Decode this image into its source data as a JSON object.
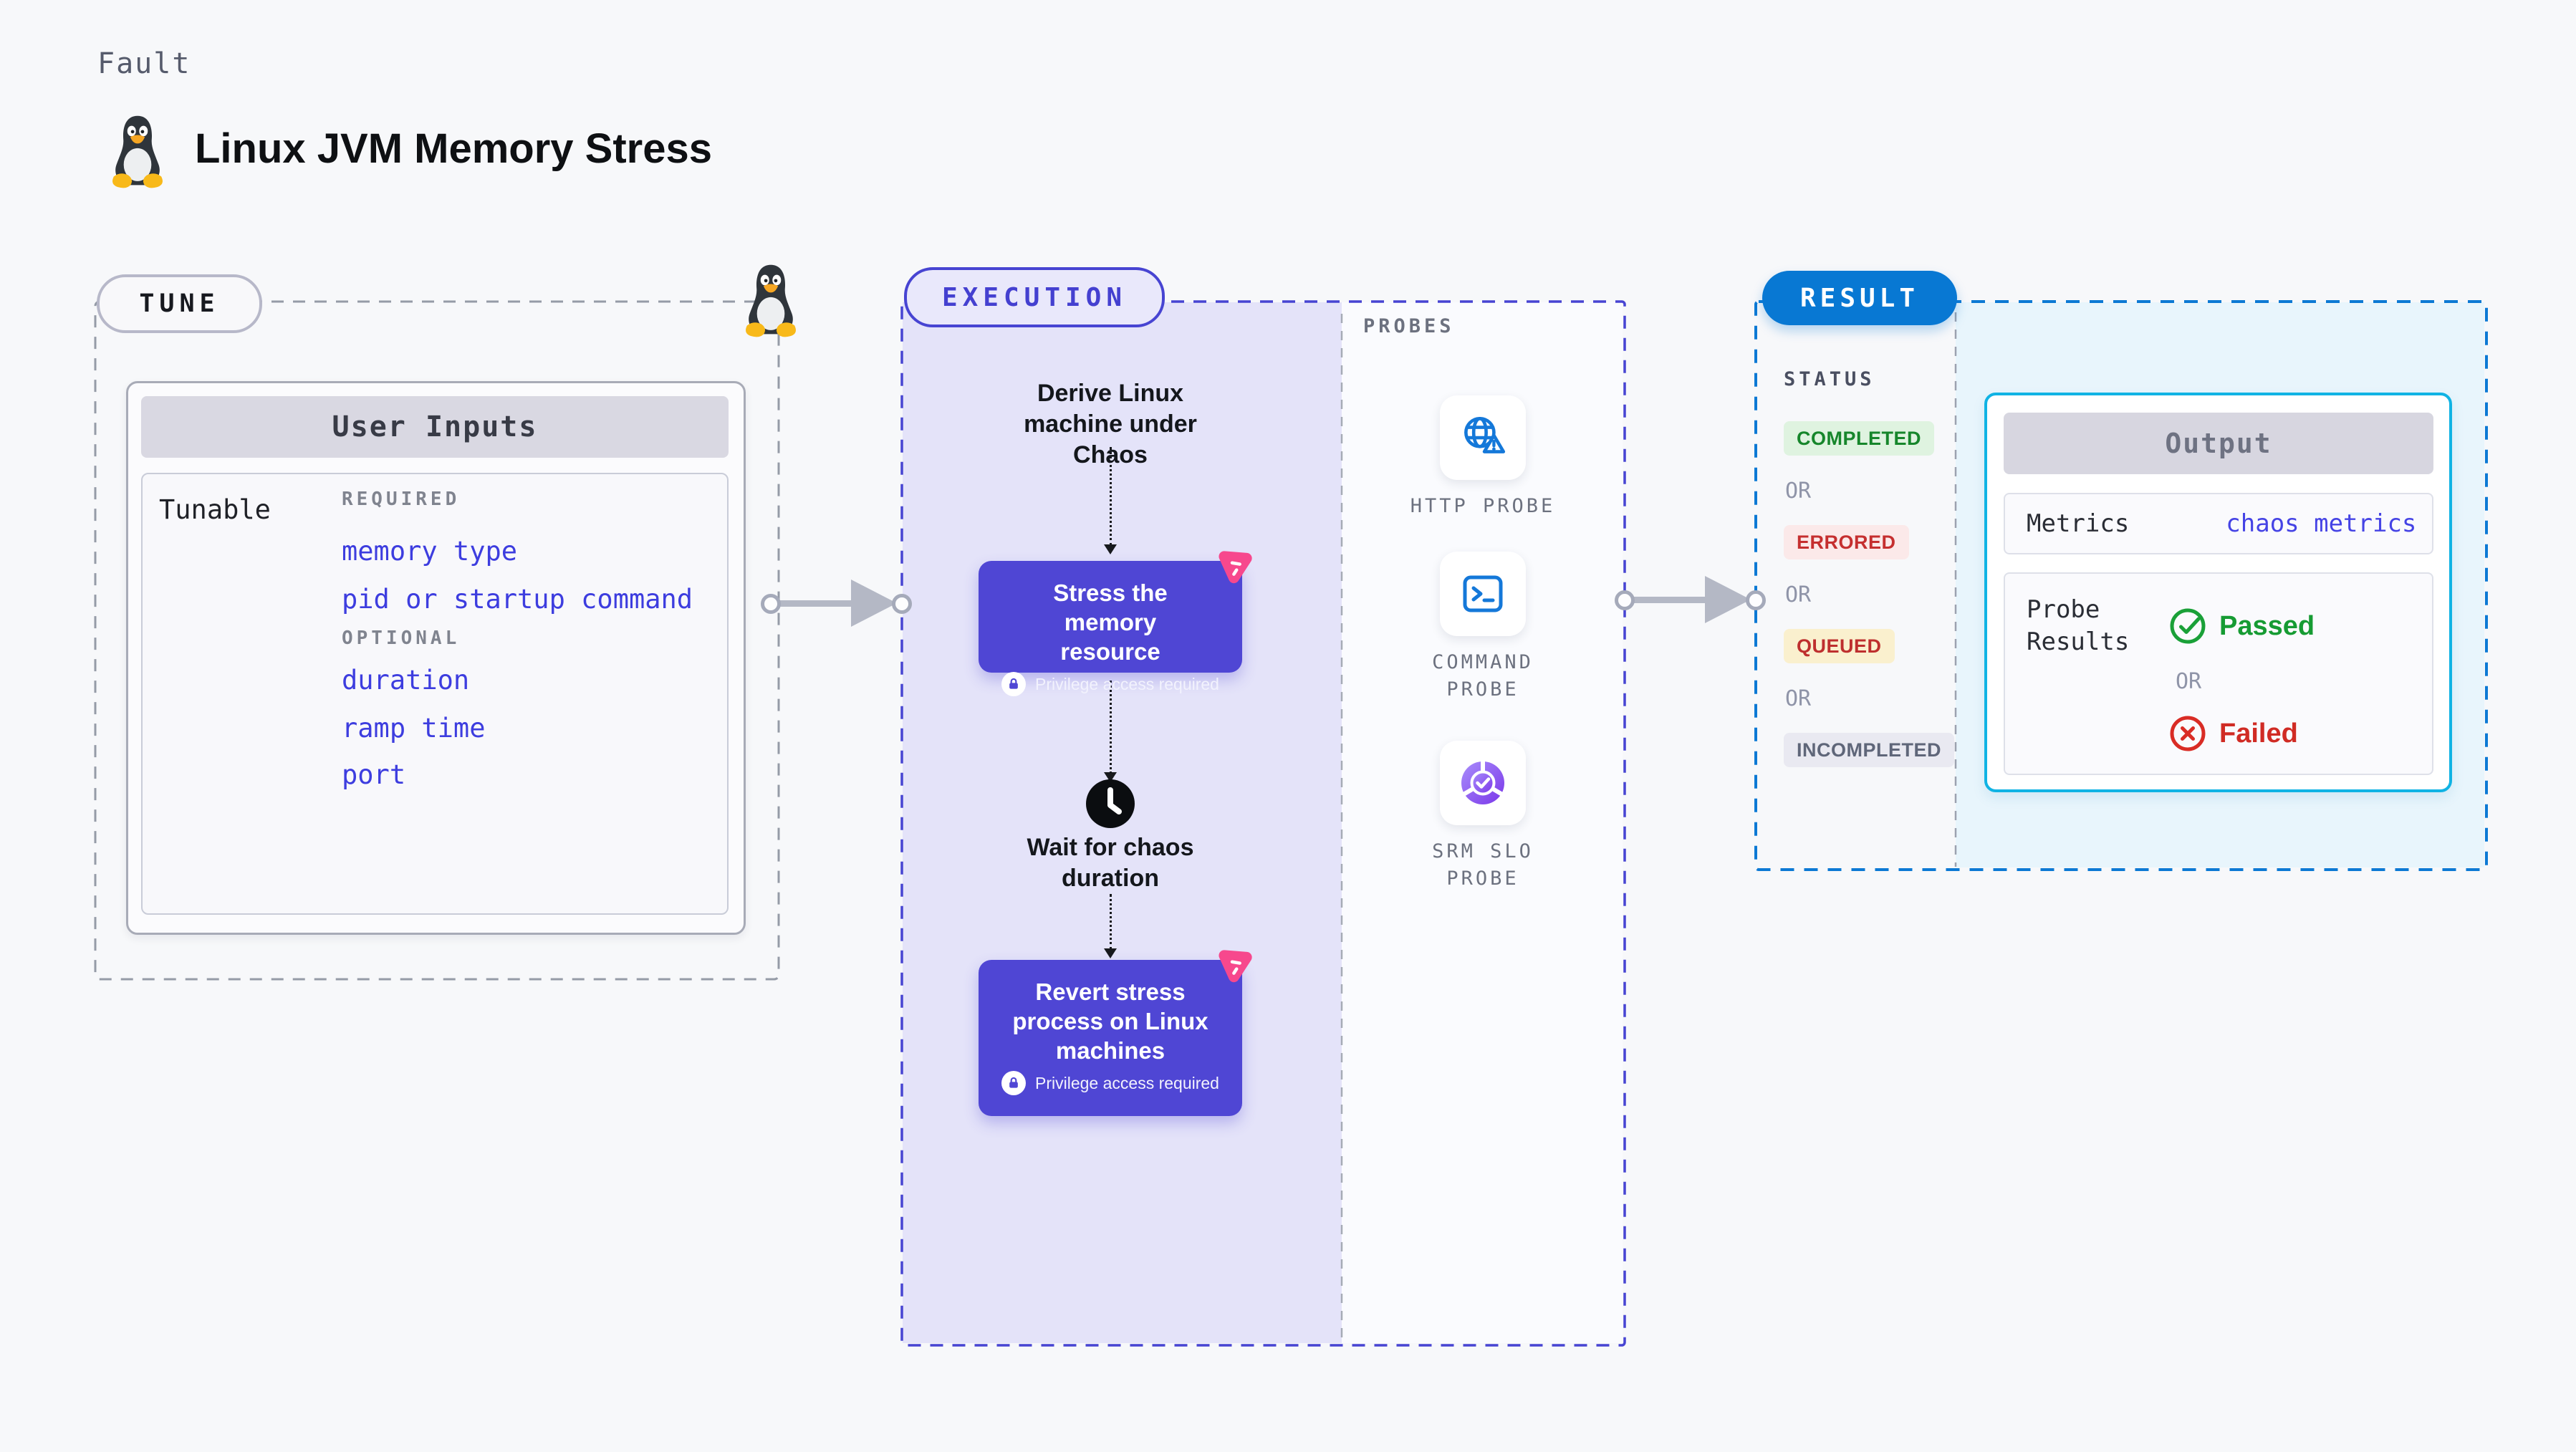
{
  "header": {
    "fault_label": "Fault",
    "title": "Linux JVM Memory Stress"
  },
  "tune": {
    "pill": "TUNE",
    "user_inputs_title": "User Inputs",
    "tunable_label": "Tunable",
    "required_label": "REQUIRED",
    "required_items": [
      "memory type",
      "pid or startup command"
    ],
    "optional_label": "OPTIONAL",
    "optional_items": [
      "duration",
      "ramp time",
      "port"
    ]
  },
  "execution": {
    "pill": "EXECUTION",
    "derive_step": "Derive Linux machine under Chaos",
    "stress_step": "Stress the memory resource",
    "privilege_note": "Privilege access required",
    "wait_step": "Wait for chaos duration",
    "revert_step": "Revert stress process on Linux machines"
  },
  "probes": {
    "label": "PROBES",
    "items": [
      "HTTP PROBE",
      "COMMAND PROBE",
      "SRM SLO PROBE"
    ]
  },
  "result": {
    "pill": "RESULT",
    "status_label": "STATUS",
    "or_label": "OR",
    "statuses": [
      "COMPLETED",
      "ERRORED",
      "QUEUED",
      "INCOMPLETED"
    ],
    "output": {
      "title": "Output",
      "metrics_label": "Metrics",
      "metrics_value": "chaos metrics",
      "probe_results_label": "Probe Results",
      "passed_label": "Passed",
      "failed_label": "Failed"
    }
  },
  "colors": {
    "accent_indigo": "#4F46D4",
    "accent_pink": "#F7488D",
    "accent_blue": "#0878D3",
    "accent_cyan": "#10B3E4",
    "link_blue": "#3D3DDF",
    "status_green": "#16862B",
    "status_red": "#C52F2F",
    "passed_green": "#169B33",
    "failed_red": "#D02B24"
  }
}
